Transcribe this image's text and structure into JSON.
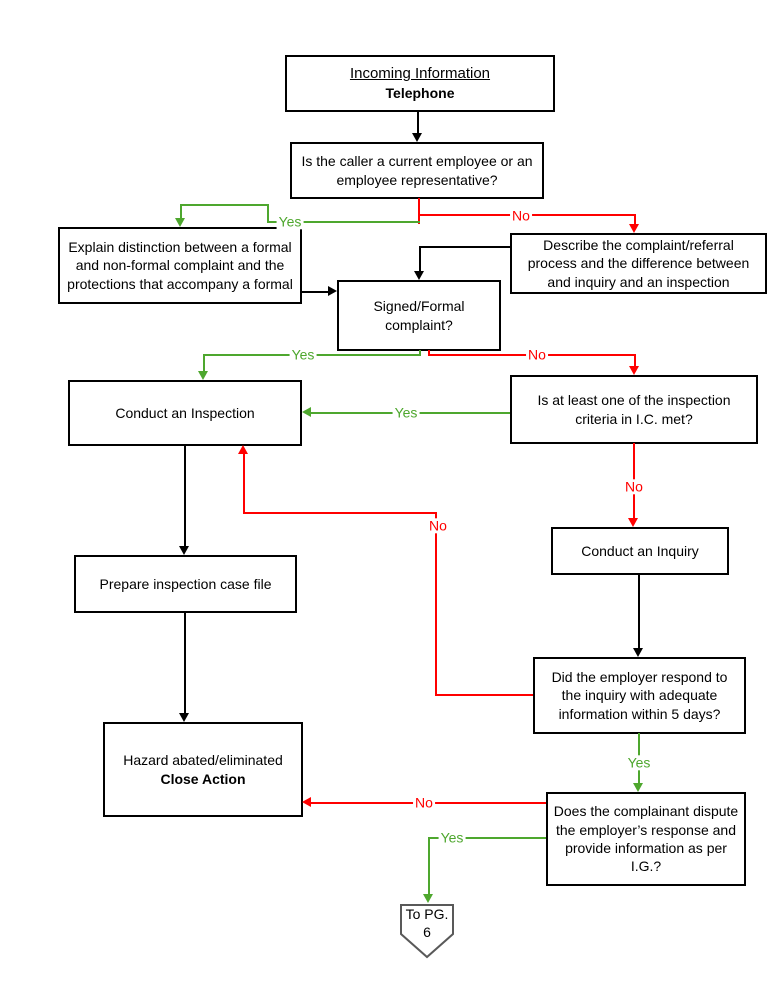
{
  "diagram": {
    "type": "flowchart",
    "colors": {
      "yes_green": "#4EA72E",
      "no_red": "#FF0000",
      "node_border": "#000000",
      "offpage_border": "#595959",
      "background": "#FFFFFF"
    },
    "nodes": {
      "incoming": {
        "title": "Incoming Information",
        "subtitle": "Telephone"
      },
      "caller_q": {
        "text": "Is the caller a current employee or an employee representative?"
      },
      "explain": {
        "text": "Explain distinction between a formal and non-formal complaint and the protections that accompany a formal"
      },
      "describe": {
        "text": "Describe the complaint/referral process and the difference between and inquiry and an inspection"
      },
      "signed_q": {
        "text": "Signed/Formal complaint?"
      },
      "inspect": {
        "text": "Conduct an Inspection"
      },
      "criteria_q": {
        "text": "Is at least one of the inspection criteria in I.C. met?"
      },
      "inquiry": {
        "text": "Conduct an Inquiry"
      },
      "casefile": {
        "text": "Prepare inspection case file"
      },
      "respond_q": {
        "text": "Did the employer respond to the inquiry with adequate information within 5 days?"
      },
      "close": {
        "line1": "Hazard abated/eliminated",
        "line2": "Close Action"
      },
      "dispute_q": {
        "text": "Does the complainant dispute the employer’s response and provide information as per I.G.?"
      },
      "offpage": {
        "line1": "To PG.",
        "line2": "6"
      }
    },
    "labels": {
      "caller_yes": "Yes",
      "caller_no": "No",
      "signed_yes": "Yes",
      "signed_no": "No",
      "criteria_yes": "Yes",
      "criteria_no": "No",
      "respond_no": "No",
      "respond_yes": "Yes",
      "dispute_no": "No",
      "dispute_yes": "Yes"
    }
  }
}
